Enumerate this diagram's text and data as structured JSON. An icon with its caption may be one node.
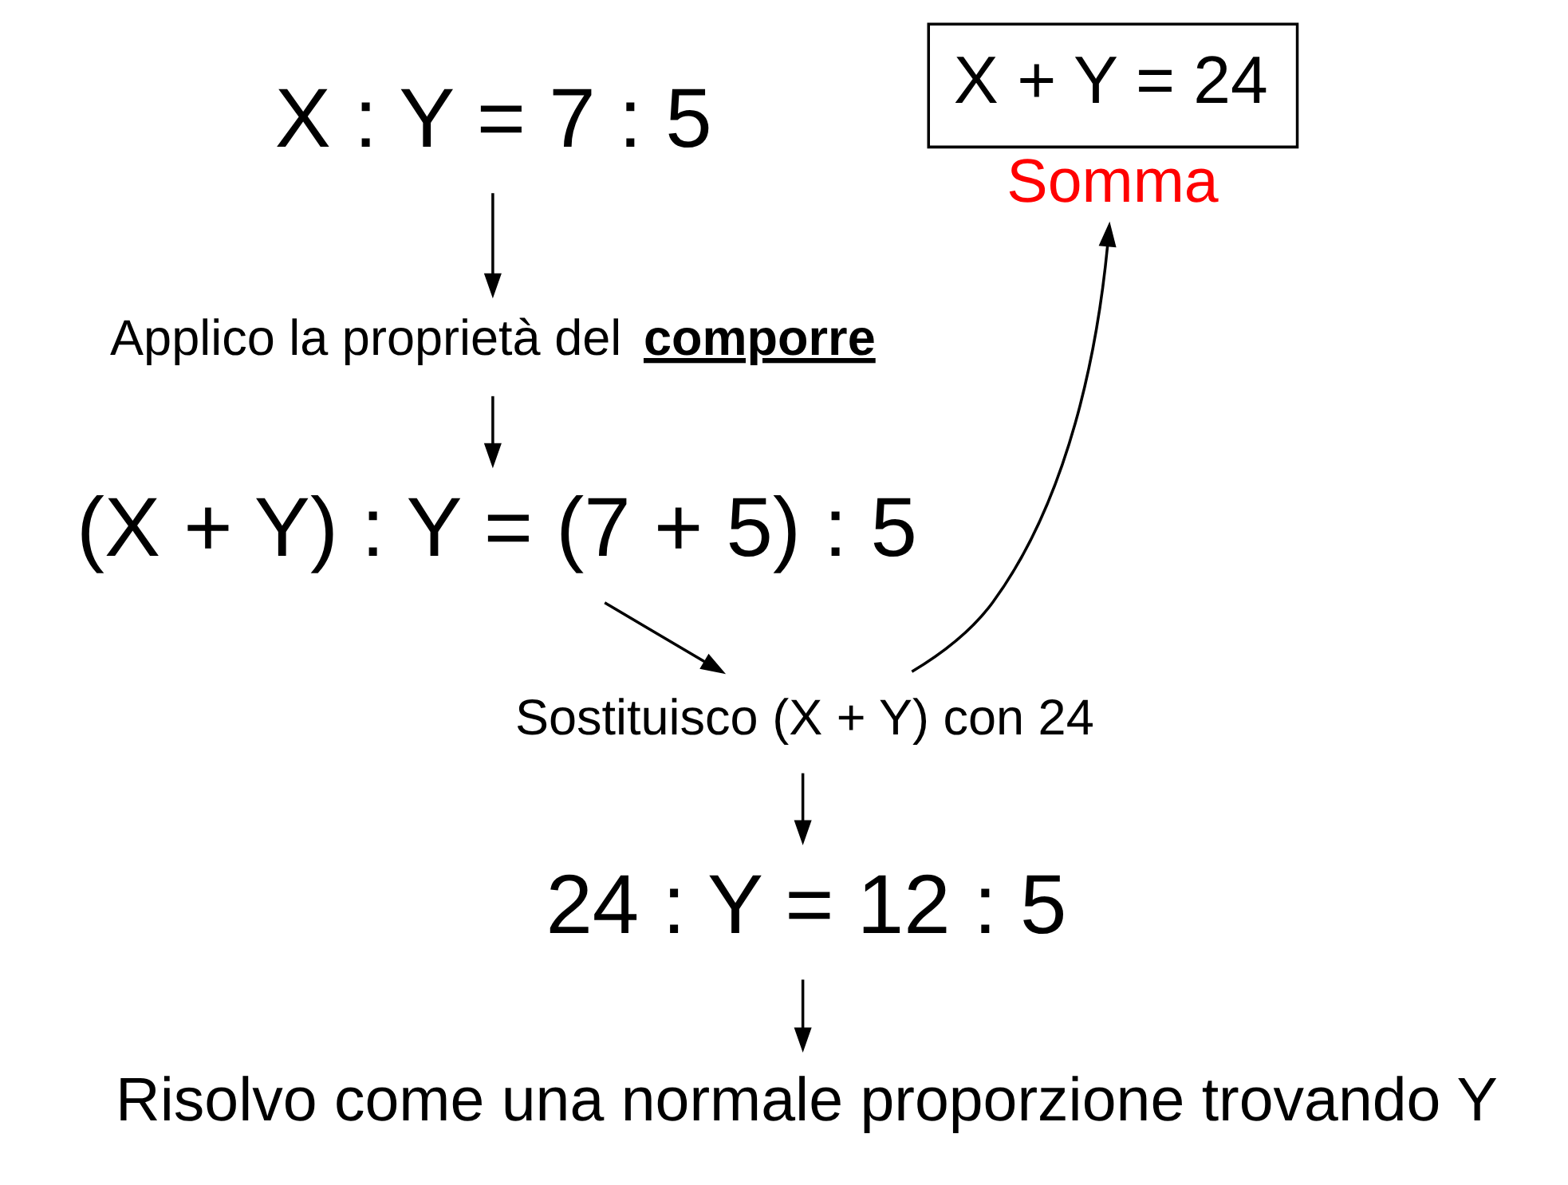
{
  "diagram": {
    "nodes": [
      {
        "text": [
          "X : Y = 7 : 5"
        ]
      },
      {
        "text": [
          "Applico la proprietà del **comporre**"
        ]
      },
      {
        "text": [
          "(X + Y) : Y = (7 + 5) : 5"
        ]
      },
      {
        "text": [
          "Sostituisco (X + Y) con 24"
        ]
      },
      {
        "text": [
          "24 : Y = 12 : 5"
        ]
      },
      {
        "text": [
          "Risolvo come una normale proporzione trovando Y"
        ]
      },
      {
        "text": [
          "X + Y = 24"
        ],
        "beside": [
          "Somma"
        ]
      }
    ],
    "edges": [
      {
        "from": 0,
        "to": 1,
        "arrow": "to"
      },
      {
        "from": 1,
        "to": 2,
        "arrow": "to"
      },
      {
        "from": 2,
        "to": 3,
        "arrow": "to"
      },
      {
        "from": 3,
        "to": 4,
        "arrow": "to"
      },
      {
        "from": 4,
        "to": 5,
        "arrow": "to"
      },
      {
        "from": 3,
        "to": 6,
        "arrow": "to"
      }
    ]
  }
}
